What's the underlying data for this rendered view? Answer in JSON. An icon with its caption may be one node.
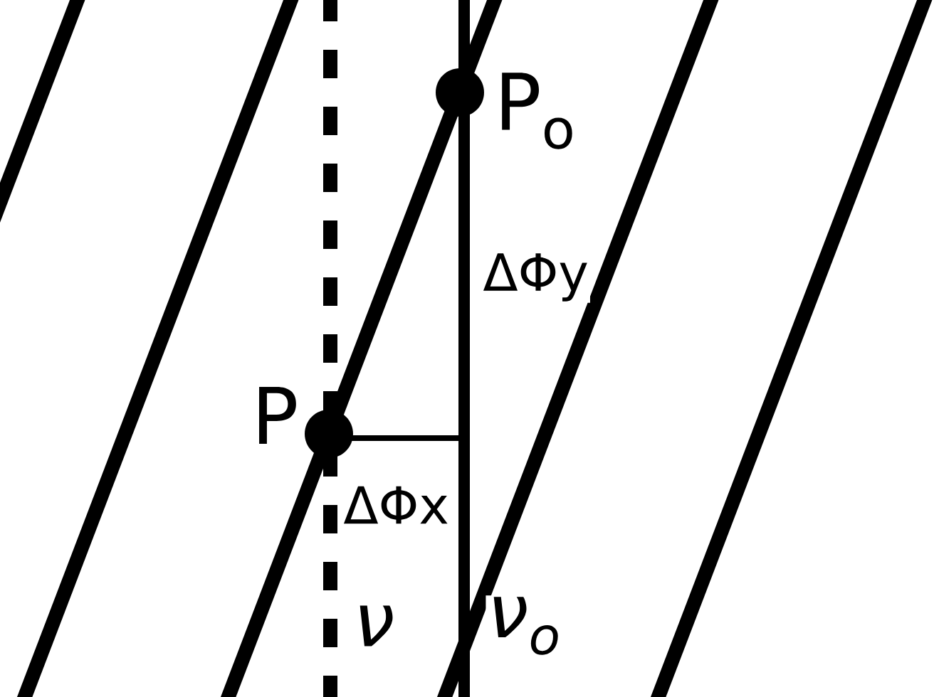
{
  "diagram": {
    "nodes": [
      {
        "text": [],
        "shape": "circle",
        "beside": [
          "P$_{o}$"
        ]
      },
      {
        "text": [],
        "shape": "circle",
        "beside": [
          "P"
        ]
      }
    ],
    "labels": [
      "ΔΦy",
      "ΔΦx",
      "ν",
      "ν$_{o}$"
    ]
  }
}
